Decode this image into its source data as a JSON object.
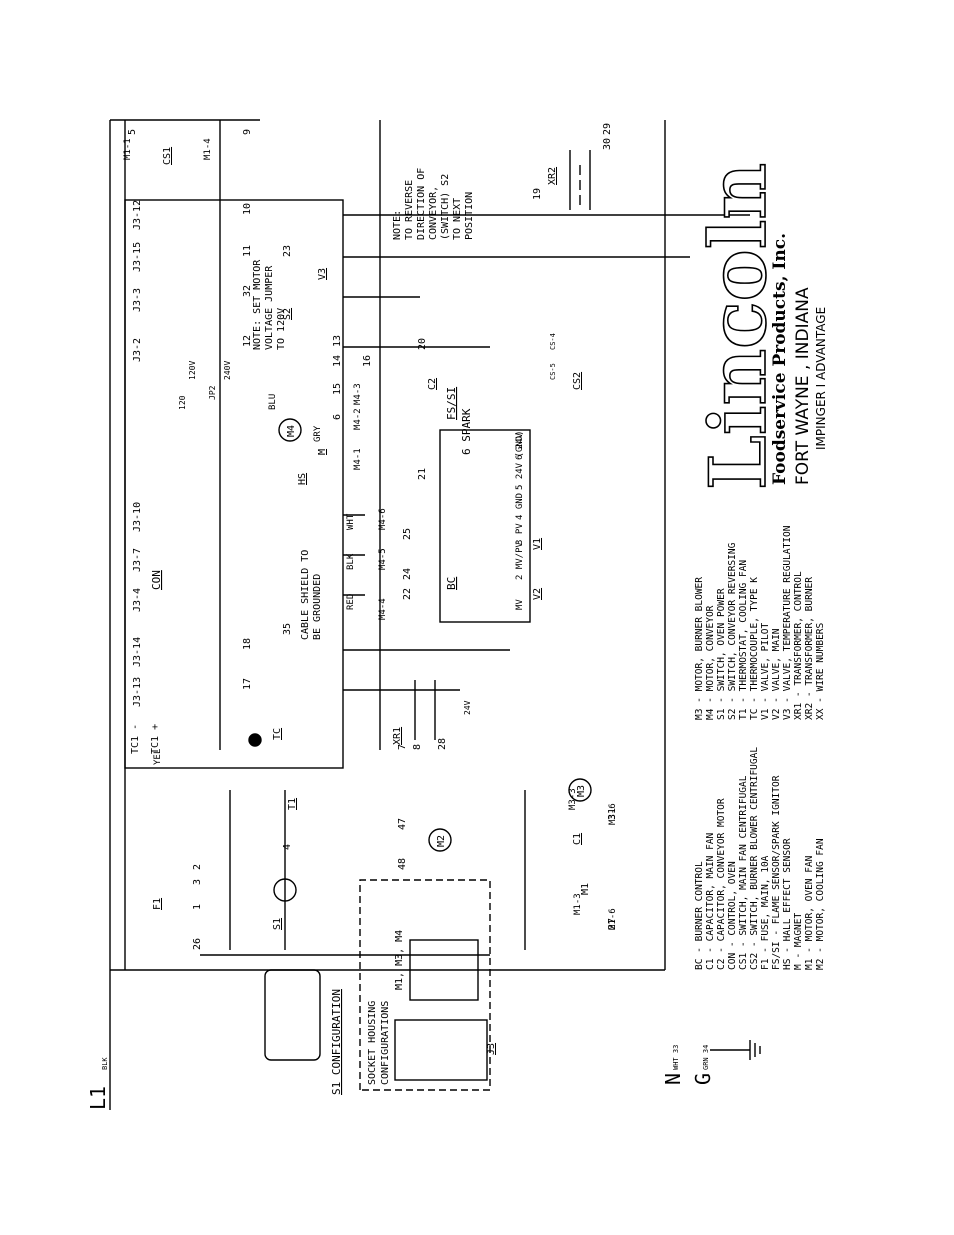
{
  "brand": {
    "logo": "Lincoln",
    "subtitle": "Foodservice Products, Inc.",
    "city": "FORT WAYNE , INDIANA",
    "model": "IMPINGER I ADVANTAGE"
  },
  "power": {
    "l1": "L1",
    "n": "N",
    "g": "G",
    "blk": "BLK",
    "wht_tag": "WHT 33",
    "grn_tag": "GRN 34"
  },
  "notes": {
    "motor_jumper": [
      "NOTE: SET MOTOR",
      "VOLTAGE JUMPER",
      "TO 120V"
    ],
    "reverse": [
      "NOTE:",
      "TO REVERSE",
      "DIRECTION OF",
      "CONVEYOR,",
      "(SWITCH) S2",
      "TO NEXT",
      "POSITION"
    ],
    "cable": [
      "CABLE SHIELD TO",
      "BE GROUNDED"
    ]
  },
  "labels": {
    "con": "CON",
    "bc": "BC",
    "fs_si": "FS/SI",
    "spark": "6 SPARK",
    "s1_config": "S1 CONFIGURATION",
    "socket": [
      "SOCKET HOUSING",
      "CONFIGURATIONS"
    ],
    "m_group": "M1, M3, M4",
    "j3": "J3",
    "v120": "120V",
    "v240": "240V",
    "v24": "24V",
    "jp2": "JP2",
    "n120": "120",
    "red": "RED",
    "blk": "BLK",
    "wht": "WHT",
    "yel": "YEL",
    "blu": "BLU",
    "gry": "GRY",
    "tc_minus": "TC1 -",
    "tc_plus": "TC1 +"
  },
  "con_pins": [
    "J3-12",
    "J3-15",
    "J3-3",
    "J3-2",
    "J3-10",
    "J3-7",
    "J3-4",
    "J3-14",
    "J3-13"
  ],
  "bc_pins": [
    "MV",
    "2 MV/PV",
    "3 PV",
    "4 GND",
    "5 24V (GND)",
    "6 24V"
  ],
  "components": {
    "cs1": "CS1",
    "cs2": "CS2",
    "s1": "S1",
    "s2": "S2",
    "f1": "F1",
    "t1": "T1",
    "c1": "C1",
    "c2": "C2",
    "m1": "M1",
    "m2": "M2",
    "m3": "M3",
    "m4": "M4",
    "xr1": "XR1",
    "xr2": "XR2",
    "v1": "V1",
    "v2": "V2",
    "v3": "V3",
    "tc": "TC",
    "hs": "HS",
    "mag": "M"
  },
  "legend_left": [
    "BC  - BURNER CONTROL",
    "C1  - CAPACITOR, MAIN FAN",
    "C2  - CAPACITOR, CONVEYOR MOTOR",
    "CON - CONTROL, OVEN",
    "CS1 - SWITCH, MAIN FAN CENTRIFUGAL",
    "CS2 - SWITCH, BURNER BLOWER CENTRIFUGAL",
    "F1  - FUSE, MAIN, 10A",
    "FS/SI - FLAME SENSOR/SPARK IGNITOR",
    "HS  - HALL EFFECT SENSOR",
    "M   - MAGNET",
    "M1  - MOTOR, OVEN FAN",
    "M2  - MOTOR, COOLING FAN"
  ],
  "legend_right": [
    "M3  - MOTOR, BURNER BLOWER",
    "M4  - MOTOR, CONVEYOR",
    "S1  - SWITCH, OVEN POWER",
    "S2  - SWITCH, CONVEYOR REVERSING",
    "T1  - THERMOSTAT, COOLING FAN",
    "TC  - THERMOCOUPLE, TYPE K",
    "V1  - VALVE, PILOT",
    "V2  - VALVE, MAIN",
    "V3  - VALVE, TEMPERATURE REGULATION",
    "XR1 - TRANSFORMER, CONTROL",
    "XR2 - TRANSFORMER, BURNER",
    "XX  - WIRE NUMBERS"
  ],
  "wire_numbers": {
    "w5": "5",
    "w9": "9",
    "w10": "10",
    "w11": "11",
    "w23": "23",
    "w32": "32",
    "w12": "12",
    "w13": "13",
    "w14": "14",
    "w16": "16",
    "w15": "15",
    "w6": "6",
    "w18": "18",
    "w17": "17",
    "w35": "35",
    "w22": "22",
    "w24": "24",
    "w25": "25",
    "w20": "20",
    "w21": "21",
    "w19": "19",
    "w29": "29",
    "w30": "30",
    "w7": "7",
    "w8": "8",
    "w47": "47",
    "w28": "28",
    "w3": "3",
    "w31": "31",
    "w48": "48",
    "w2": "2",
    "w1": "1",
    "w26": "26",
    "w27": "27",
    "w4": "4"
  },
  "connectors": {
    "m1_1": "M1-1",
    "m1_4": "M1-4",
    "m4_1": "M4-1",
    "m4_2": "M4-2",
    "m4_3": "M4-3",
    "m4_4": "M4-4",
    "m4_5": "M4-5",
    "m4_6": "M4-6",
    "m3_3": "M3-3",
    "m3_6": "M3-6",
    "m1_3": "M1-3",
    "m1_6": "M1-6",
    "cs2_4": "CS-4",
    "cs2_5": "CS-5"
  }
}
